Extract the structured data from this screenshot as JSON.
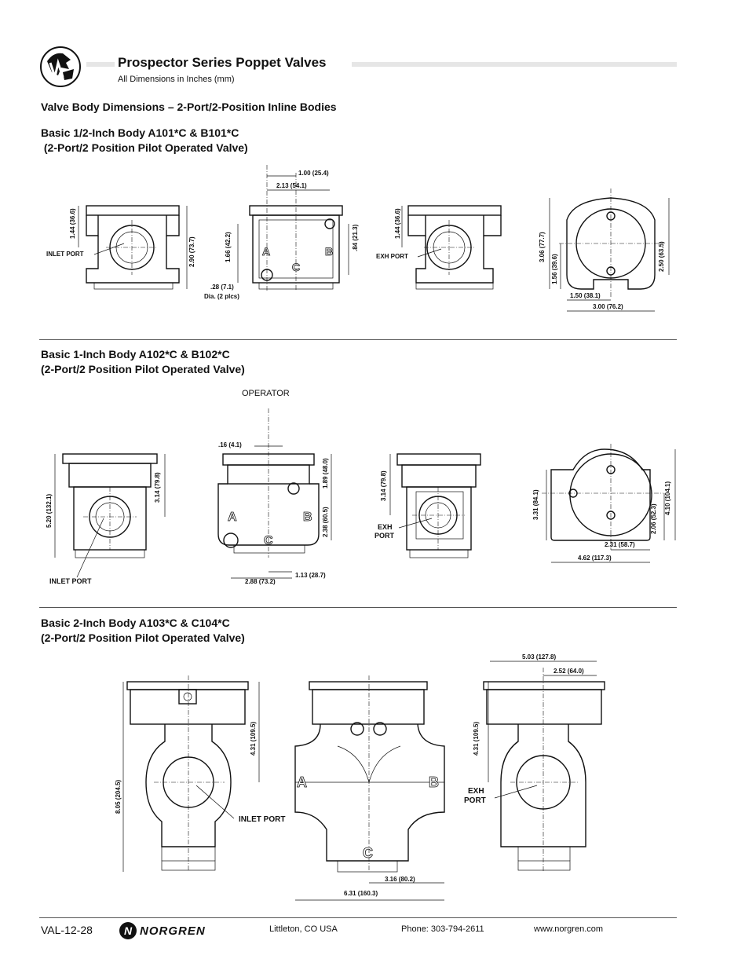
{
  "header": {
    "title": "Prospector Series Poppet Valves",
    "subtitle": "All Dimensions in Inches (mm)"
  },
  "section_title": "Valve Body Dimensions – 2-Port/2-Position Inline Bodies",
  "sections": [
    {
      "heading_line1": "Basic 1/2-Inch Body  A101*C & B101*C",
      "heading_line2": " (2-Port/2 Position Pilot Operated Valve)",
      "labels": {
        "inlet": "INLET PORT",
        "exh": "EXH PORT"
      },
      "dims": {
        "d1": "1.44 (36.6)",
        "d2": "2.90 (73.7)",
        "d3": "1.00 (25.4)",
        "d4": "2.13 (54.1)",
        "d5": "1.66 (42.2)",
        "d6": ".84 (21.3)",
        "d7": ".28 (7.1)",
        "d7b": "Dia. (2 plcs)",
        "d8": "1.44 (36.6)",
        "d9": "3.06 (77.7)",
        "d10": "1.56 (39.6)",
        "d11": "2.50 (63.5)",
        "d12": "1.50 (38.1)",
        "d13": "3.00 (76.2)"
      }
    },
    {
      "heading_line1": "Basic 1-Inch Body  A102*C & B102*C",
      "heading_line2": "(2-Port/2 Position Pilot Operated Valve)",
      "labels": {
        "operator": "OPERATOR",
        "inlet": "INLET PORT",
        "exh1": "EXH",
        "exh2": "PORT"
      },
      "dims": {
        "d1": "5.20 (132.1)",
        "d2": "3.14 (79.8)",
        "d3": ".16 (4.1)",
        "d4": "1.89 (48.0)",
        "d5": "2.38 (60.5)",
        "d6": "1.13 (28.7)",
        "d7": "2.88 (73.2)",
        "d8": "3.14 (79.8)",
        "d9": "3.31 (84.1)",
        "d10": "2.06 (52.3)",
        "d11": "4.10 (104.1)",
        "d12": "2.31 (58.7)",
        "d13": "4.62 (117.3)"
      }
    },
    {
      "heading_line1": "Basic 2-Inch Body  A103*C & C104*C",
      "heading_line2": "(2-Port/2 Position Pilot Operated Valve)",
      "labels": {
        "inlet": "INLET PORT",
        "exh1": "EXH",
        "exh2": "PORT"
      },
      "dims": {
        "d1": "8.05 (204.5)",
        "d2": "4.31 (109.5)",
        "d3": "3.16 (80.2)",
        "d4": "6.31 (160.3)",
        "d5": "5.03 (127.8)",
        "d6": "2.52 (64.0)",
        "d7": "4.31 (109.5)"
      }
    }
  ],
  "footer": {
    "page": "VAL-12-28",
    "brand": "NORGREN",
    "location": "Littleton,  CO  USA",
    "phone": "Phone: 303-794-2611",
    "web": "www.norgren.com"
  }
}
